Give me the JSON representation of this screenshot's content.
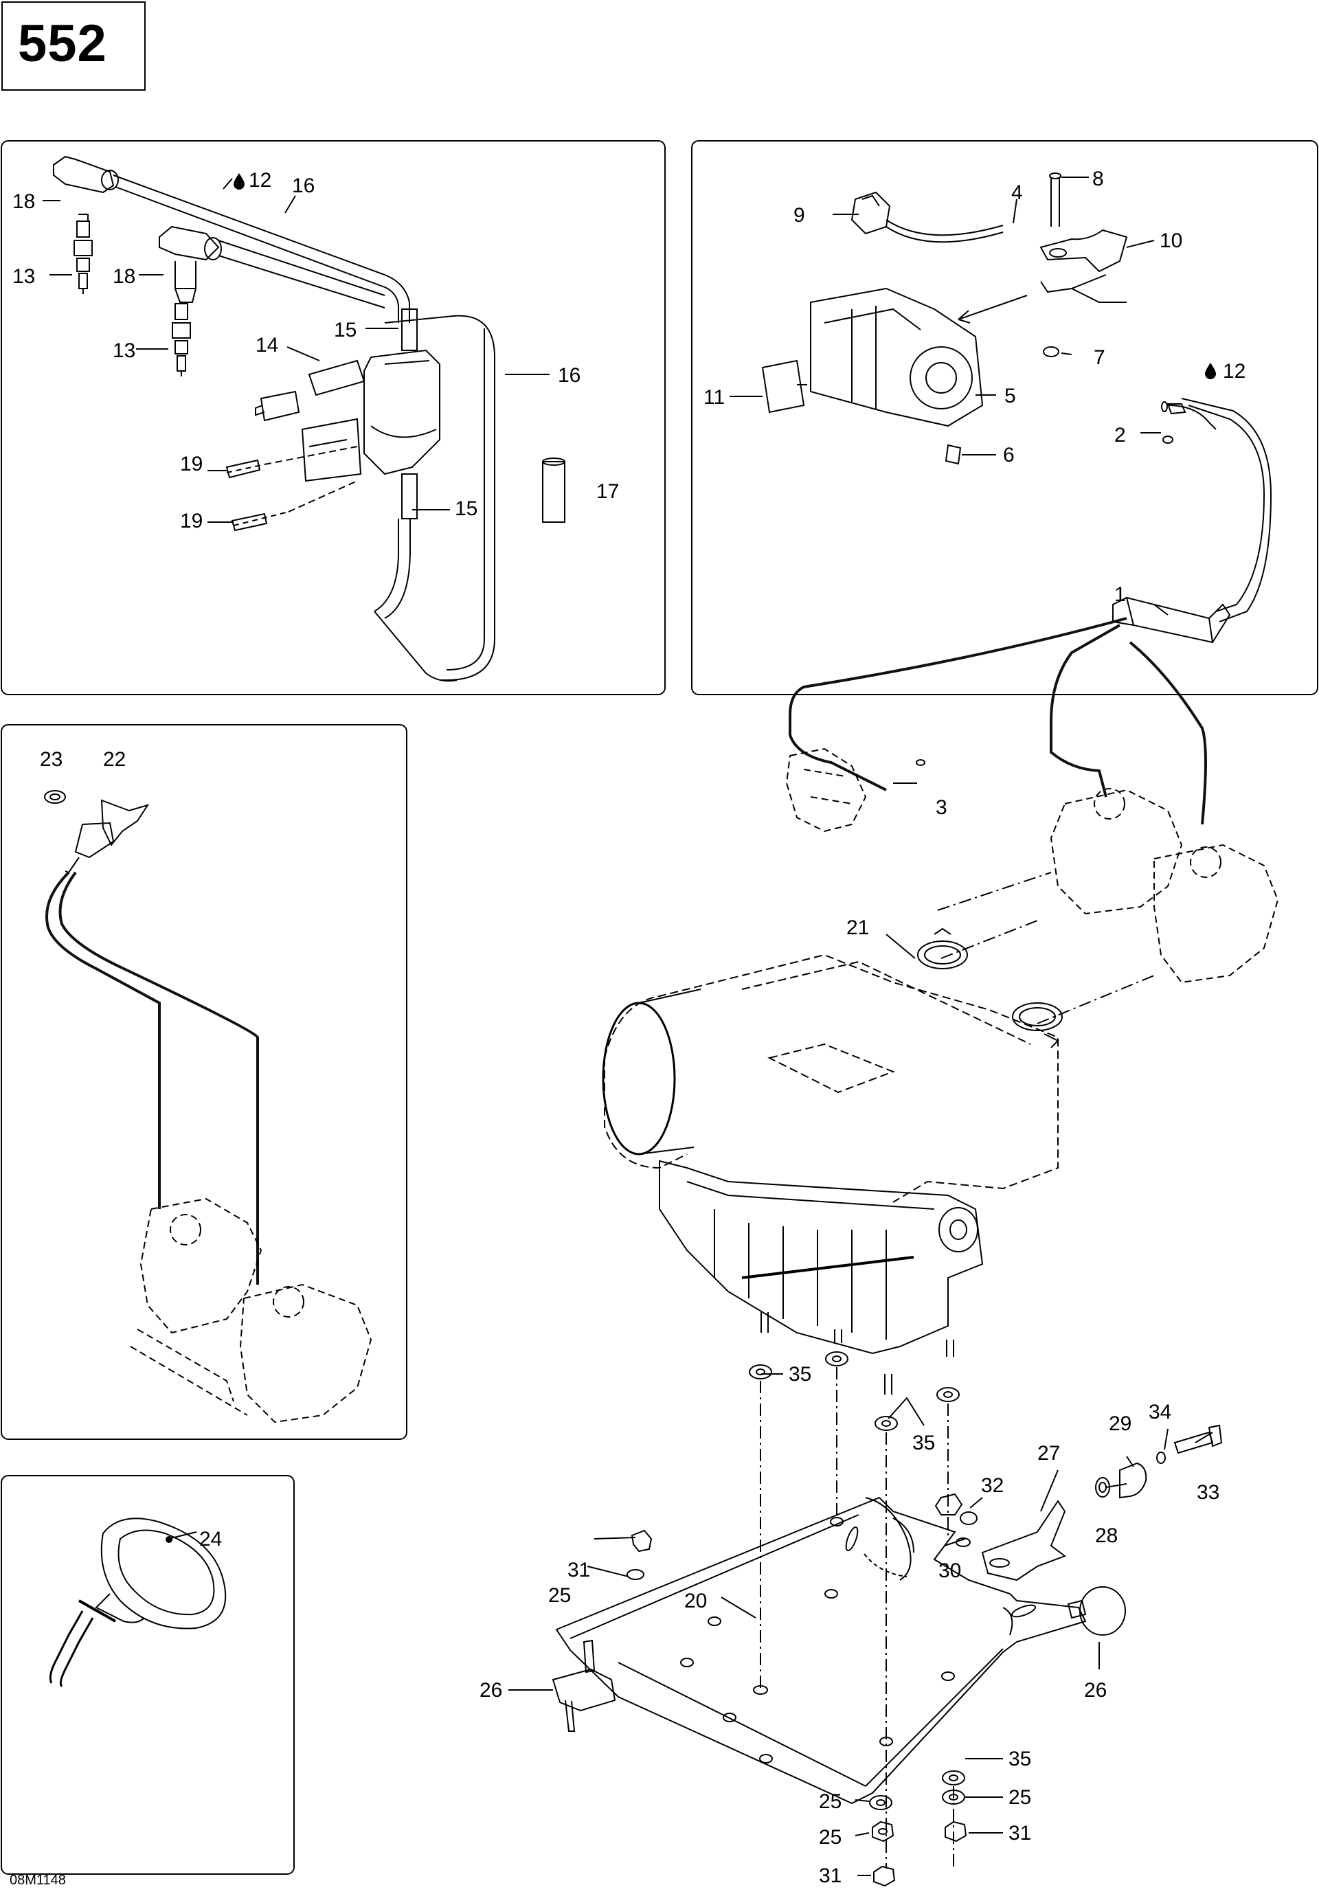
{
  "page": {
    "number": "552",
    "doc_code": "08M1148"
  },
  "callouts": {
    "c1": "1",
    "c2": "2",
    "c3": "3",
    "c4": "4",
    "c5": "5",
    "c6": "6",
    "c7": "7",
    "c8": "8",
    "c9": "9",
    "c10": "10",
    "c11": "11",
    "c12": "12",
    "c12b": "12",
    "c13a": "13",
    "c13b": "13",
    "c14": "14",
    "c15a": "15",
    "c15b": "15",
    "c16a": "16",
    "c16b": "16",
    "c17": "17",
    "c18a": "18",
    "c18b": "18",
    "c19a": "19",
    "c19b": "19",
    "c20": "20",
    "c21": "21",
    "c22": "22",
    "c23": "23",
    "c24": "24",
    "c25a": "25",
    "c25b": "25",
    "c25c": "25",
    "c25d": "25",
    "c26a": "26",
    "c26b": "26",
    "c27": "27",
    "c28": "28",
    "c29": "29",
    "c30": "30",
    "c31a": "31",
    "c31b": "31",
    "c31c": "31",
    "c32": "32",
    "c33": "33",
    "c34": "34",
    "c35a": "35",
    "c35b": "35",
    "c35c": "35"
  }
}
